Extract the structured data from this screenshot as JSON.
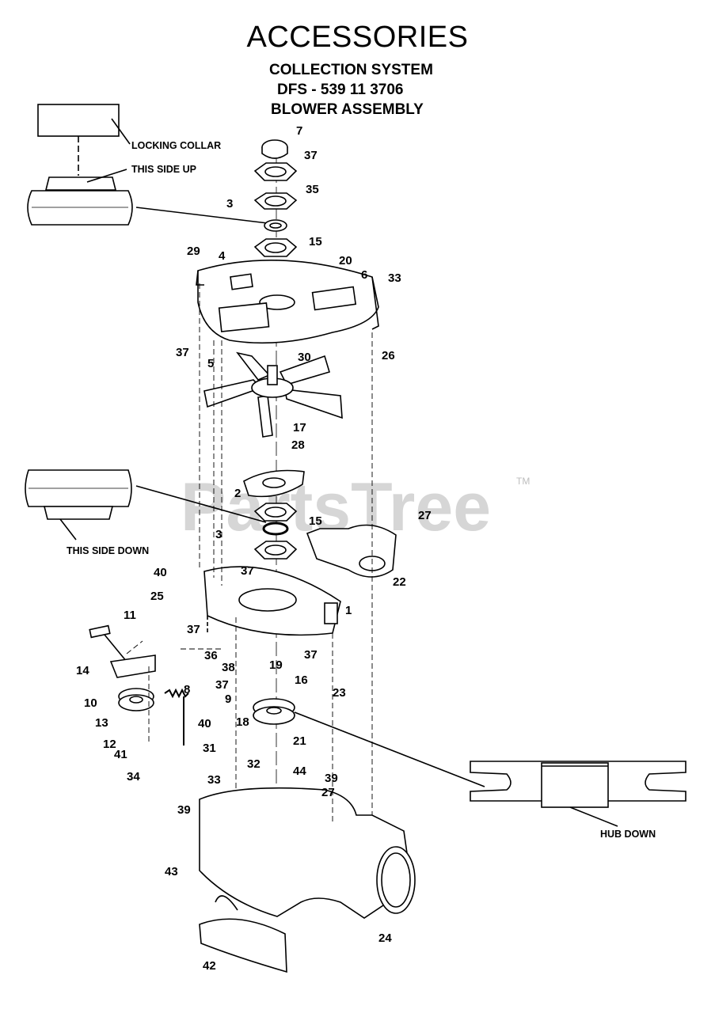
{
  "header": {
    "title": "ACCESSORIES",
    "line1": "COLLECTION SYSTEM",
    "line2": "DFS - 539 11 3706",
    "line3": "BLOWER  ASSEMBLY"
  },
  "notes": {
    "locking_collar": "LOCKING COLLAR",
    "this_side_up": "THIS SIDE UP",
    "this_side_down": "THIS SIDE DOWN",
    "hub_down": "HUB DOWN"
  },
  "watermark": {
    "text": "PartsTree",
    "tm": "TM"
  },
  "callouts": [
    "7",
    "37",
    "3",
    "35",
    "15",
    "29",
    "4",
    "20",
    "6",
    "33",
    "37",
    "5",
    "30",
    "26",
    "17",
    "28",
    "2",
    "3",
    "15",
    "27",
    "37",
    "40",
    "22",
    "25",
    "1",
    "11",
    "37",
    "36",
    "37",
    "19",
    "38",
    "16",
    "14",
    "37",
    "9",
    "23",
    "8",
    "10",
    "18",
    "13",
    "40",
    "21",
    "12",
    "31",
    "41",
    "32",
    "44",
    "34",
    "33",
    "39",
    "27",
    "39",
    "43",
    "24",
    "42"
  ]
}
